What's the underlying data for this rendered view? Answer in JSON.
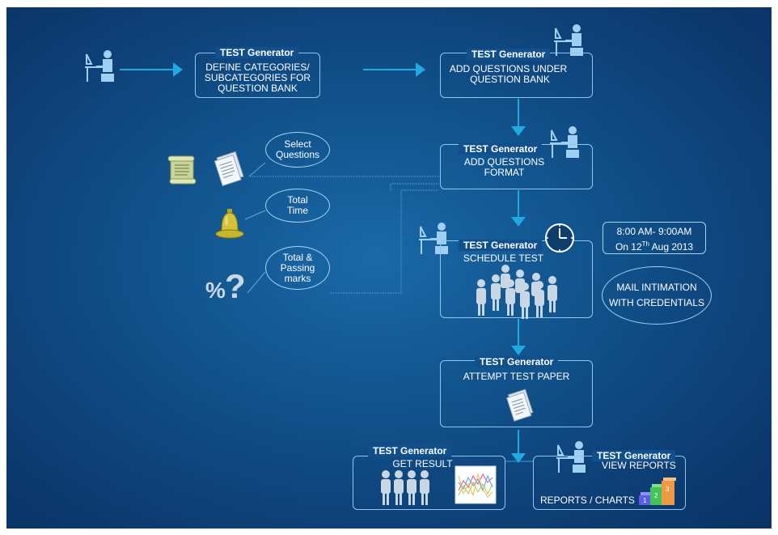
{
  "colors": {
    "background": "#12558f",
    "arrow": "#21a9e1",
    "border": "#8fc6ee",
    "text": "#ffffff"
  },
  "boxes": {
    "define": {
      "title": "TEST Generator",
      "line1": "DEFINE CATEGORIES/",
      "line2": "SUBCATEGORIES FOR",
      "line3": "QUESTION BANK"
    },
    "add_questions": {
      "title": "TEST Generator",
      "line1": "ADD QUESTIONS UNDER",
      "line2": "QUESTION BANK"
    },
    "format": {
      "title": "TEST Generator",
      "line1": "ADD QUESTIONS",
      "line2": "FORMAT"
    },
    "schedule": {
      "title": "TEST Generator",
      "line1": "SCHEDULE TEST"
    },
    "attempt": {
      "title": "TEST Generator",
      "line1": "ATTEMPT TEST PAPER"
    },
    "result": {
      "title": "TEST Generator",
      "line1": "GET RESULT"
    },
    "reports": {
      "title": "TEST Generator",
      "line1": "VIEW REPORTS",
      "line2": "REPORTS / CHARTS"
    }
  },
  "ellipses": {
    "select": {
      "line1": "Select",
      "line2": "Questions"
    },
    "time": {
      "line1": "Total",
      "line2": "Time"
    },
    "marks": {
      "line1": "Total &",
      "line2": "Passing",
      "line3": "marks"
    },
    "mail": {
      "line1": "MAIL INTIMATION",
      "line2": "WITH CREDENTIALS"
    }
  },
  "schedule_note": {
    "line1": "8:00 AM- 9:00AM",
    "prefix": "On 12",
    "sup": "Th",
    "suffix": " Aug 2013"
  },
  "percent_symbol": "%",
  "question_symbol": "?",
  "podium": [
    "1",
    "2",
    "3"
  ],
  "icons": [
    "user-at-desk-icon",
    "document-icon",
    "scroll-icon",
    "bell-icon",
    "clock-icon",
    "people-group-icon",
    "result-chart-icon",
    "podium-chart-icon"
  ]
}
